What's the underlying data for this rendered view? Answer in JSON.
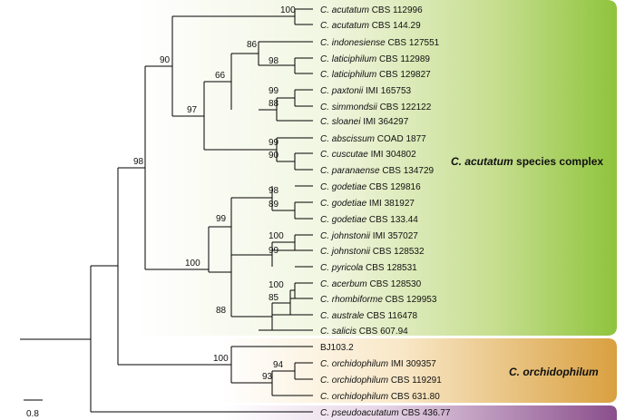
{
  "clades": {
    "acutatum": {
      "label_italic": "C. acutatum",
      "label_rest": " species complex",
      "color": "#8fc43c"
    },
    "orchidophilum": {
      "label_italic": "C. orchidophilum",
      "label_rest": "",
      "color": "#d9a040"
    },
    "pseudoacutatum": {
      "color": "#8a4f8c"
    }
  },
  "taxa": [
    {
      "genus": "C.",
      "species": "acutatum",
      "strain": "CBS 112996",
      "highlight": false
    },
    {
      "genus": "C.",
      "species": "acutatum",
      "strain": "CBS 144.29",
      "highlight": false
    },
    {
      "genus": "C.",
      "species": "indonesiense",
      "strain": "CBS 127551",
      "highlight": false
    },
    {
      "genus": "C.",
      "species": "laticiphilum",
      "strain": "CBS 112989",
      "highlight": false
    },
    {
      "genus": "C.",
      "species": "laticiphilum",
      "strain": "CBS 129827",
      "highlight": false
    },
    {
      "genus": "C.",
      "species": "paxtonii",
      "strain": "IMI 165753",
      "highlight": false
    },
    {
      "genus": "C.",
      "species": "simmondsii",
      "strain": "CBS 122122",
      "highlight": false
    },
    {
      "genus": "C.",
      "species": "sloanei",
      "strain": "IMI 364297",
      "highlight": false
    },
    {
      "genus": "C.",
      "species": "abscissum",
      "strain": "COAD 1877",
      "highlight": false
    },
    {
      "genus": "C.",
      "species": "cuscutae",
      "strain": "IMI 304802",
      "highlight": false
    },
    {
      "genus": "C.",
      "species": "paranaense",
      "strain": "CBS 134729",
      "highlight": false
    },
    {
      "genus": "C.",
      "species": "godetiae",
      "strain": "CBS 129816",
      "highlight": false
    },
    {
      "genus": "C.",
      "species": "godetiae",
      "strain": "IMI 381927",
      "highlight": false
    },
    {
      "genus": "C.",
      "species": "godetiae",
      "strain": "CBS 133.44",
      "highlight": false
    },
    {
      "genus": "C.",
      "species": "johnstonii",
      "strain": "IMI 357027",
      "highlight": false
    },
    {
      "genus": "C.",
      "species": "johnstonii",
      "strain": "CBS 128532",
      "highlight": false
    },
    {
      "genus": "C.",
      "species": "pyricola",
      "strain": "CBS 128531",
      "highlight": false
    },
    {
      "genus": "C.",
      "species": "acerbum",
      "strain": "CBS 128530",
      "highlight": false
    },
    {
      "genus": "C.",
      "species": "rhombiforme",
      "strain": "CBS 129953",
      "highlight": false
    },
    {
      "genus": "C.",
      "species": "australe",
      "strain": "CBS 116478",
      "highlight": false
    },
    {
      "genus": "C.",
      "species": "salicis",
      "strain": "CBS 607.94",
      "highlight": false
    },
    {
      "genus": "",
      "species": "",
      "strain": "BJ103.2",
      "highlight": true,
      "highlight_color": "#c0392b"
    },
    {
      "genus": "C.",
      "species": "orchidophilum",
      "strain": "IMI 309357",
      "highlight": false
    },
    {
      "genus": "C.",
      "species": "orchidophilum",
      "strain": "CBS 119291",
      "highlight": false
    },
    {
      "genus": "C.",
      "species": "orchidophilum",
      "strain": "CBS 631.80",
      "highlight": false
    },
    {
      "genus": "C.",
      "species": "pseudoacutatum",
      "strain": "CBS 436.77",
      "highlight": false
    }
  ],
  "support_values": [
    "100",
    "90",
    "86",
    "98",
    "66",
    "99",
    "97",
    "88",
    "99",
    "90",
    "98",
    "98",
    "89",
    "99",
    "100",
    "99",
    "100",
    "100",
    "85",
    "88",
    "100",
    "94",
    "93"
  ],
  "scale_bar": {
    "label": "0.8"
  }
}
